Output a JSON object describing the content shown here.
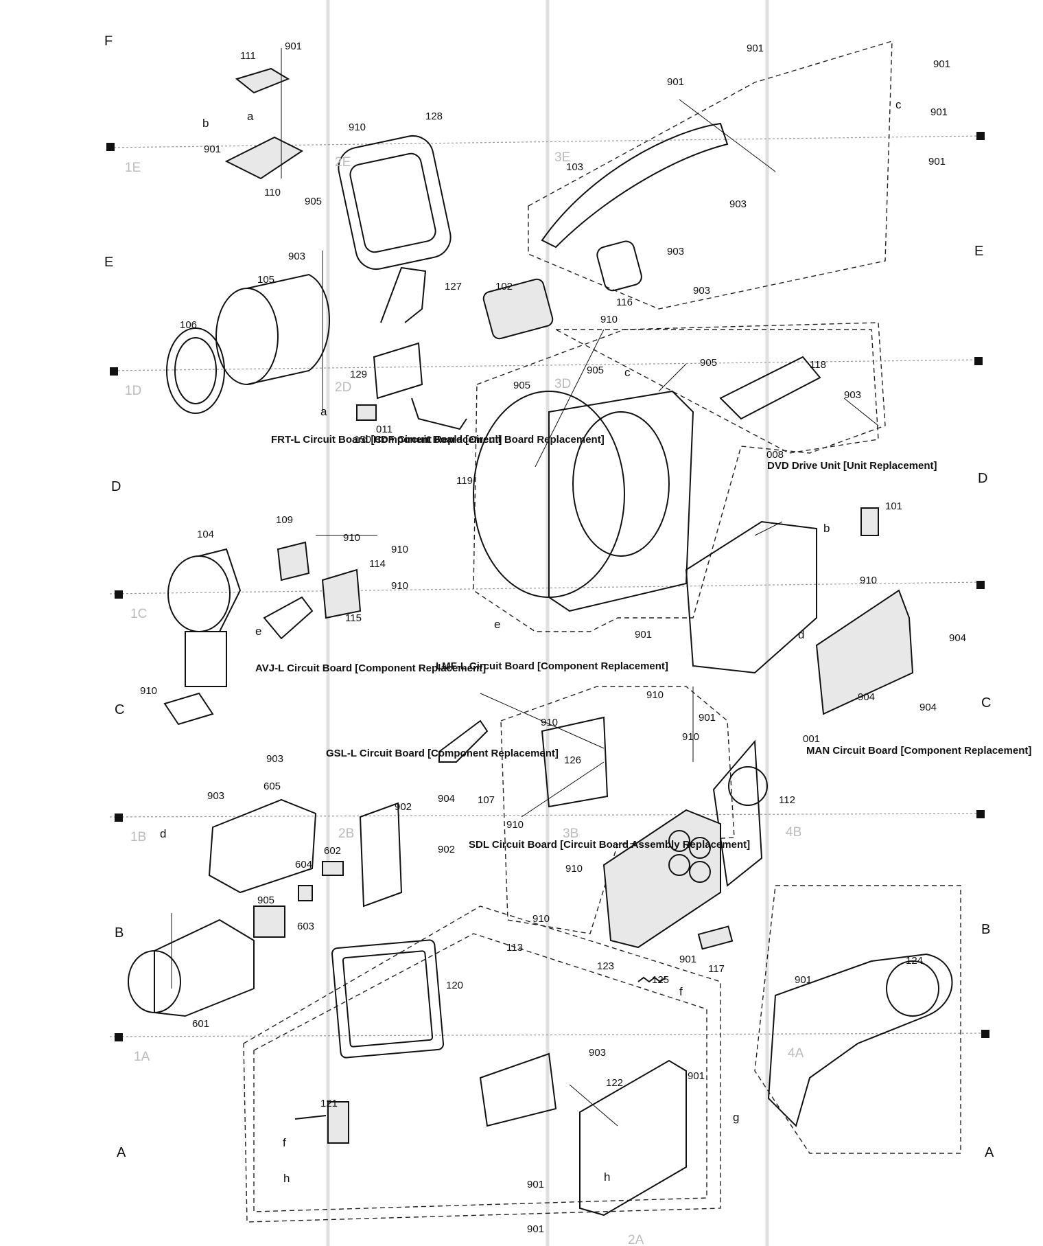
{
  "zone_rows": [
    "F",
    "E",
    "D",
    "C",
    "B",
    "A"
  ],
  "grid_refs": [
    "1E",
    "2E",
    "3E",
    "1D",
    "2D",
    "3D",
    "1C",
    "1B",
    "2B",
    "3B",
    "4B",
    "1A",
    "4A",
    "2A"
  ],
  "part_numbers": [
    "901",
    "111",
    "910",
    "128",
    "103",
    "901",
    "901",
    "901",
    "901",
    "903",
    "901",
    "901",
    "110",
    "905",
    "903",
    "903",
    "903",
    "105",
    "127",
    "102",
    "116",
    "910",
    "106",
    "129",
    "905",
    "905",
    "905",
    "118",
    "903",
    "150",
    "011",
    "119",
    "008",
    "101",
    "104",
    "109",
    "910",
    "910",
    "114",
    "910",
    "910",
    "115",
    "904",
    "901",
    "910",
    "904",
    "904",
    "001",
    "910",
    "910",
    "901",
    "910",
    "126",
    "112",
    "903",
    "605",
    "903",
    "902",
    "904",
    "107",
    "602",
    "910",
    "910",
    "604",
    "905",
    "603",
    "902",
    "910",
    "113",
    "123",
    "901",
    "117",
    "124",
    "120",
    "125",
    "601",
    "901",
    "903",
    "121",
    "122",
    "901",
    "901",
    "901"
  ],
  "callouts": {
    "hdf": "HDF Circuit Board [Circuit Board Replacement]",
    "frt": "FRT-L Circuit Board [Component Replacement]",
    "dvd": "DVD Drive Unit [Unit Replacement]",
    "avj": "AVJ-L Circuit Board [Component Replacement]",
    "lmf": "LMF-L Circuit Board [Component Replacement]",
    "man": "MAN Circuit Board [Component Replacement]",
    "gsl": "GSL-L Circuit Board [Component Replacement]",
    "sdl": "SDL Circuit Board [Circuit Board Assembly Replacement]"
  },
  "letters": [
    "a",
    "b",
    "a",
    "c",
    "c",
    "b",
    "d",
    "e",
    "e",
    "d",
    "f",
    "g",
    "f",
    "h",
    "h"
  ]
}
